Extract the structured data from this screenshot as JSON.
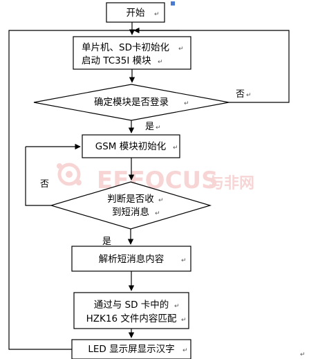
{
  "nodes": {
    "start": "开始",
    "init_line1": "单片机、SD卡初始化",
    "init_line2": "启动 TC35I 模块",
    "check_login": "确定模块是否登录",
    "gsm_init": "GSM 模块初始化",
    "check_sms_line1": "判断是否收",
    "check_sms_line2": "到短消息",
    "parse_sms": "解析短消息内容",
    "match_line1": "通过与 SD 卡中的",
    "match_line2": "HZK16 文件内容匹配",
    "display": "LED 显示屏显示汉字"
  },
  "edges": {
    "login_no": "否",
    "login_yes": "是",
    "sms_no": "否",
    "sms_yes": "是"
  },
  "watermark": {
    "brand": "EEFOCUS",
    "suffix": "与非网",
    "color": "#f3b3b3"
  },
  "colors": {
    "line": "#000000",
    "marker": "#4a7bd1"
  }
}
